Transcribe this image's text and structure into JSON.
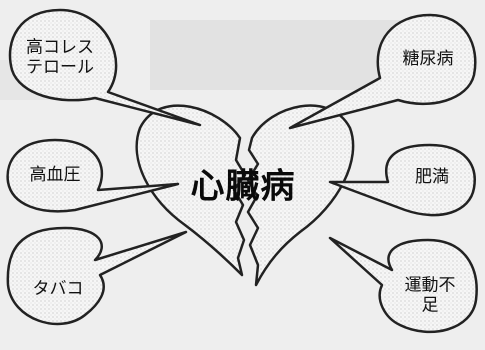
{
  "center": {
    "title": "心臓病"
  },
  "factors": {
    "cholesterol": "高コレス\nテロール",
    "blood_pressure": "高血圧",
    "tobacco": "タバコ",
    "diabetes": "糖尿病",
    "obesity": "肥満",
    "lack_of_exercise": "運動不足"
  }
}
